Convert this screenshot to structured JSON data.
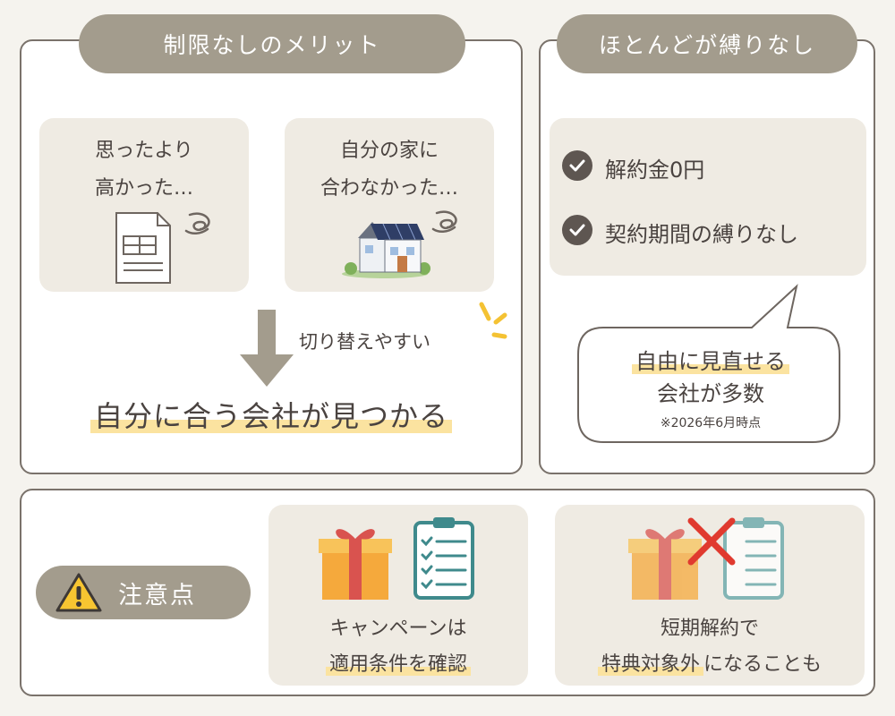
{
  "merit": {
    "title": "制限なしのメリット",
    "card1": {
      "line1": "思ったより",
      "line2": "高かった…"
    },
    "card2": {
      "line1": "自分の家に",
      "line2": "合わなかった…"
    },
    "switch_label": "切り替えやすい",
    "result": "自分に合う会社が見つかる"
  },
  "no_binding": {
    "title": "ほとんどが縛りなし",
    "items": [
      "解約金0円",
      "契約期間の縛りなし"
    ],
    "bubble": {
      "line1": "自由に見直せる",
      "line2": "会社が多数",
      "note": "※2026年6月時点"
    }
  },
  "caution": {
    "title": "注意点",
    "card1": {
      "line1": "キャンペーンは",
      "line2": "適用条件を確認"
    },
    "card2": {
      "line1": "短期解約で",
      "line2_hl": "特典対象外",
      "line2_rest": "になることも"
    }
  },
  "colors": {
    "pill": "#a39c8d",
    "card": "#efebe3",
    "border": "#7a726b",
    "highlight": "#fbe3a0",
    "text": "#4a4340"
  }
}
